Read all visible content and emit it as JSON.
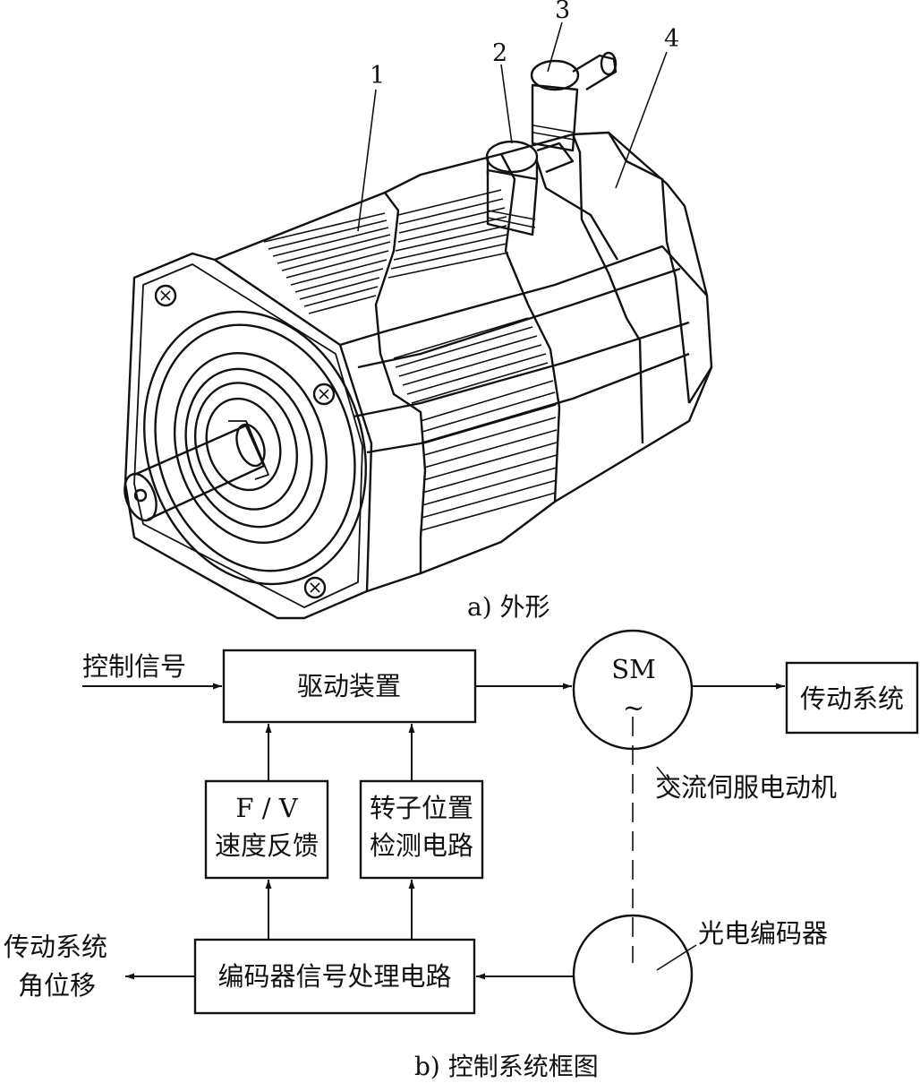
{
  "part_a": {
    "caption": "a) 外形",
    "callouts": [
      "1",
      "2",
      "3",
      "4"
    ]
  },
  "part_b": {
    "caption": "b) 控制系统框图",
    "input_label": "控制信号",
    "blocks": {
      "drive": "驱动装置",
      "fv_line1": "F / V",
      "fv_line2": "速度反馈",
      "rotor_line1": "转子位置",
      "rotor_line2": "检测电路",
      "encoder_proc": "编码器信号处理电路",
      "transmission": "传动系统"
    },
    "motor": {
      "symbol": "SM",
      "tilde": "~",
      "label": "交流伺服电动机"
    },
    "encoder_label": "光电编码器",
    "output_line1": "传动系统",
    "output_line2": "角位移"
  }
}
